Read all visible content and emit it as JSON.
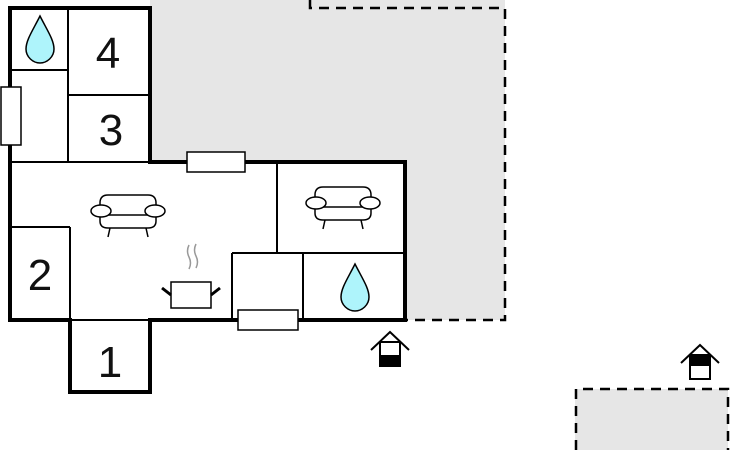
{
  "rooms": {
    "room_1": "1",
    "room_2": "2",
    "room_3": "3",
    "room_4": "4"
  },
  "colors": {
    "terrace": "#e6e6e6",
    "water": "#aef4fb",
    "wall": "#000000"
  },
  "icons": [
    "water-drop-icon",
    "sofa-icon",
    "cooking-pot-icon",
    "entrance-icon",
    "window-icon"
  ]
}
